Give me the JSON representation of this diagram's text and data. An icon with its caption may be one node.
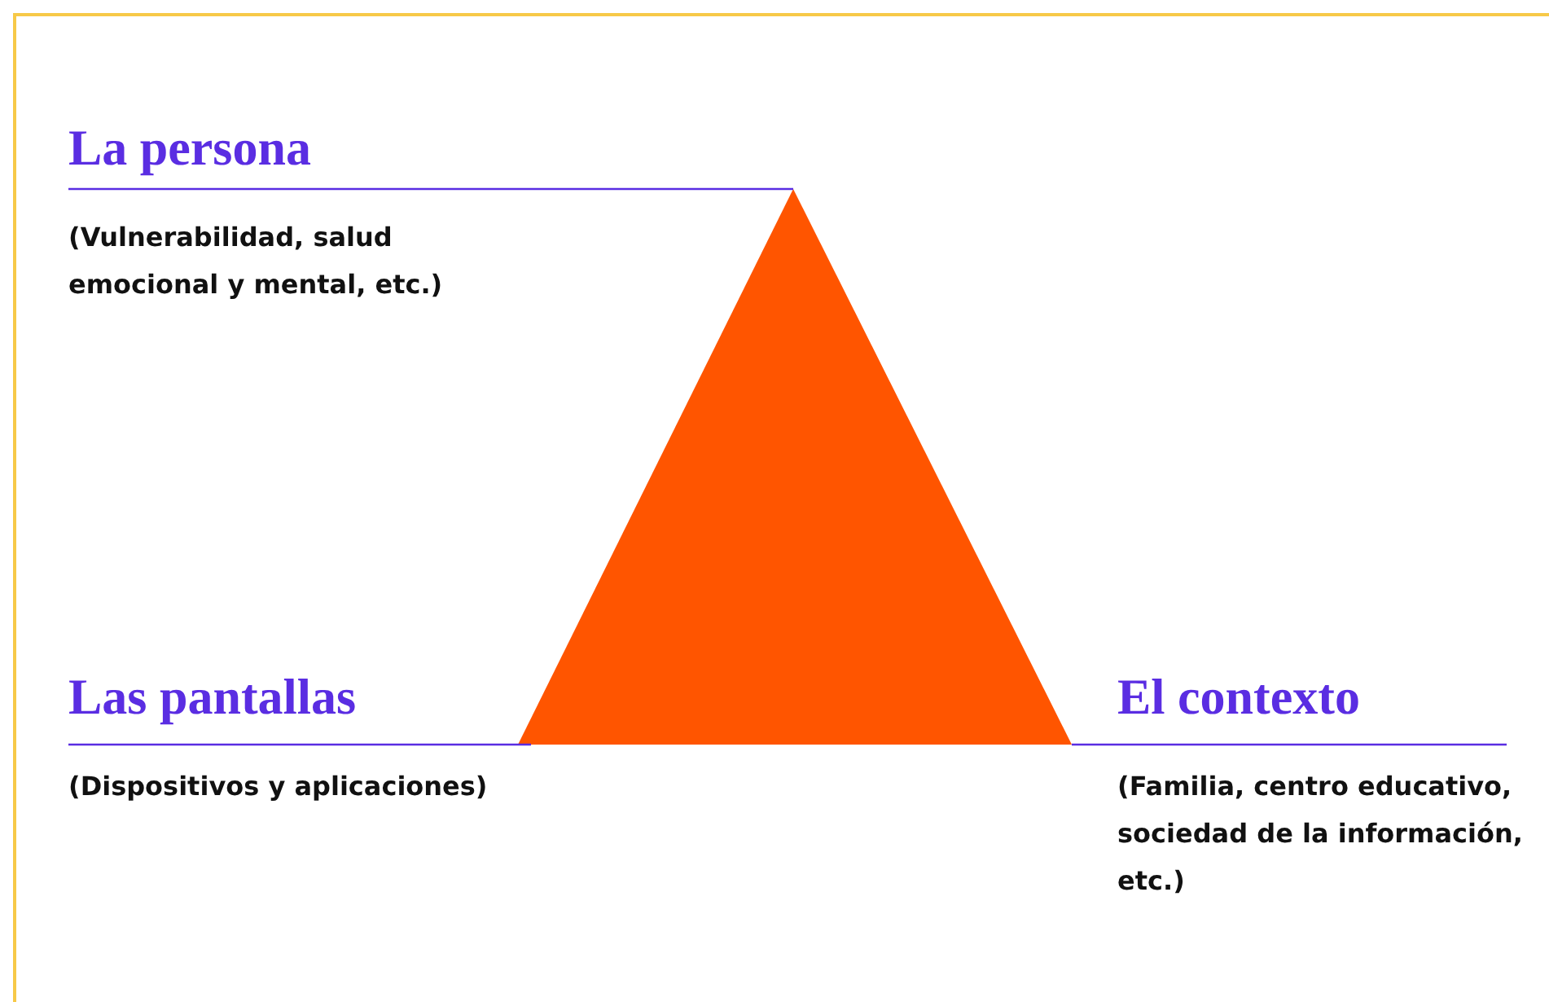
{
  "diagram": {
    "nodes": [
      {
        "text": [],
        "shape": "triangle"
      },
      {
        "text": [
          "La persona",
          "(Vulnerabilidad, salud emocional y mental, etc.)"
        ]
      },
      {
        "text": [
          "Las pantallas",
          "(Dispositivos y aplicaciones)"
        ]
      },
      {
        "text": [
          "El contexto",
          "(Familia, centro educativo, sociedad de la información, etc.)"
        ]
      }
    ],
    "edges": [
      {
        "from": 1,
        "to": 0,
        "arrow": "none"
      },
      {
        "from": 2,
        "to": 0,
        "arrow": "none"
      },
      {
        "from": 3,
        "to": 0,
        "arrow": "none"
      }
    ]
  }
}
